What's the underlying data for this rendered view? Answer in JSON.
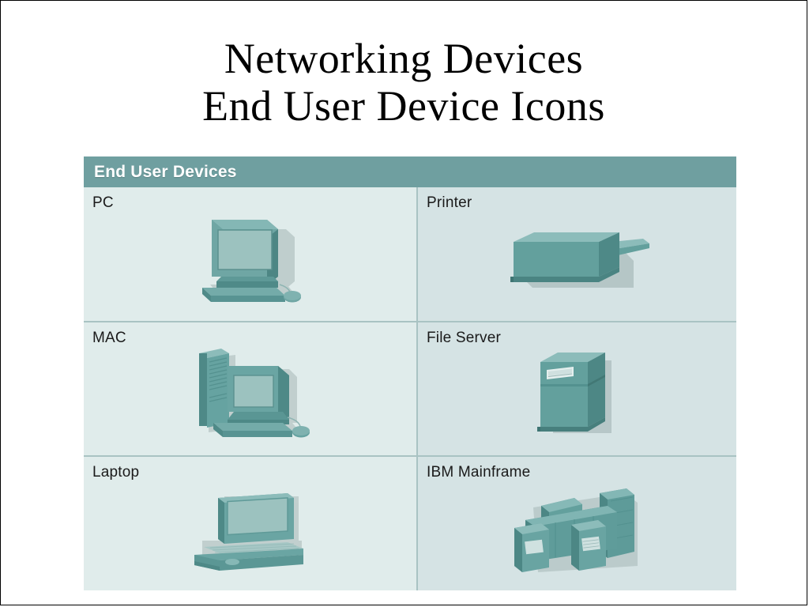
{
  "slide": {
    "title_line1": "Networking Devices",
    "title_line2": "End User Device Icons"
  },
  "table": {
    "header": "End User Devices",
    "header_bg": "#6f9fa0",
    "header_text_color": "#ffffff",
    "left_cell_bg": "#e0eceb",
    "right_cell_bg": "#d5e3e4",
    "grid_line_color": "#a9c3c3",
    "icon_fill": "#5f9a99",
    "rows": [
      {
        "left": {
          "label": "PC",
          "icon": "desktop-computer-icon"
        },
        "right": {
          "label": "Printer",
          "icon": "printer-icon"
        }
      },
      {
        "left": {
          "label": "MAC",
          "icon": "tower-workstation-icon"
        },
        "right": {
          "label": "File Server",
          "icon": "file-server-icon"
        }
      },
      {
        "left": {
          "label": "Laptop",
          "icon": "laptop-icon"
        },
        "right": {
          "label": "IBM Mainframe",
          "icon": "mainframe-icon"
        }
      }
    ]
  }
}
